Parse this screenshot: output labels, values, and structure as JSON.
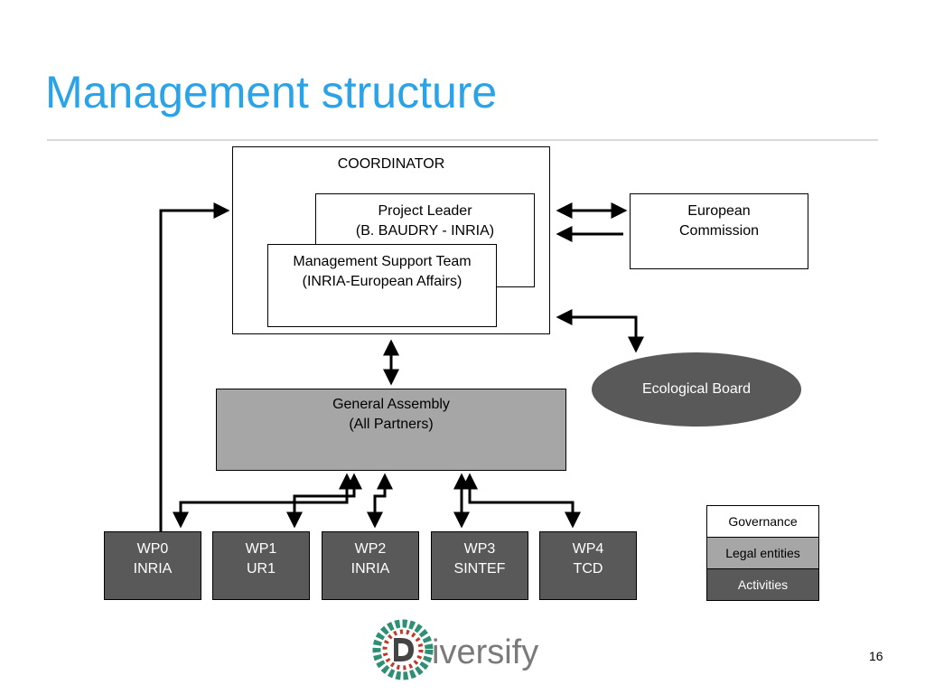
{
  "slide": {
    "title": "Management structure",
    "page_number": "16"
  },
  "coordinator": {
    "label": "COORDINATOR",
    "project_leader": {
      "line1": "Project Leader",
      "line2": "(B. BAUDRY - INRIA)"
    },
    "management_support": {
      "line1": "Management Support Team",
      "line2": "(INRIA-European Affairs)"
    }
  },
  "european_commission": {
    "line1": "European",
    "line2": "Commission"
  },
  "ecological_board": {
    "label": "Ecological Board"
  },
  "general_assembly": {
    "line1": "General Assembly",
    "line2": "(All Partners)"
  },
  "work_packages": [
    {
      "name": "WP0",
      "partner": "INRIA"
    },
    {
      "name": "WP1",
      "partner": "UR1"
    },
    {
      "name": "WP2",
      "partner": "INRIA"
    },
    {
      "name": "WP3",
      "partner": "SINTEF"
    },
    {
      "name": "WP4",
      "partner": "TCD"
    }
  ],
  "legend": {
    "governance": "Governance",
    "legal_entities": "Legal entities",
    "activities": "Activities"
  },
  "colors": {
    "title": "#2aa3e8",
    "governance": "#ffffff",
    "legal_entities": "#a6a6a6",
    "activities": "#595959",
    "logo_green": "#2e8f72",
    "logo_red": "#c0392b"
  },
  "logo": {
    "letters": "iversify",
    "icon": "diversify-gear-logo"
  }
}
